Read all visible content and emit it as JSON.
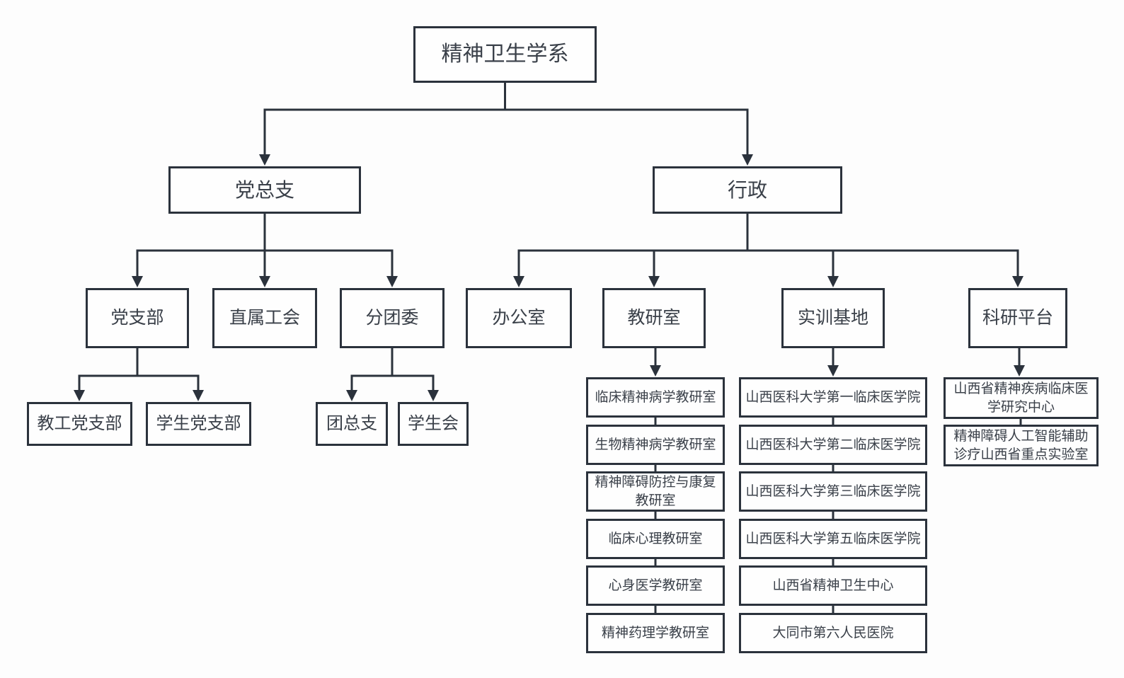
{
  "org": {
    "root": "精神卫生学系",
    "party_general_branch": "党总支",
    "administration": "行政",
    "party_children": {
      "party_branch": "党支部",
      "union": "直属工会",
      "youth_league_committee": "分团委"
    },
    "party_branch_children": {
      "staff_party_branch": "教工党支部",
      "student_party_branch": "学生党支部"
    },
    "youth_league_children": {
      "league_general_branch": "团总支",
      "student_union": "学生会"
    },
    "admin_children": {
      "office": "办公室",
      "teaching_research": "教研室",
      "training_base": "实训基地",
      "research_platform": "科研平台"
    },
    "teaching_research_offices": [
      "临床精神病学教研室",
      "生物精神病学教研室",
      "精神障碍防控与康复教研室",
      "临床心理教研室",
      "心身医学教研室",
      "精神药理学教研室"
    ],
    "training_bases": [
      "山西医科大学第一临床医学院",
      "山西医科大学第二临床医学院",
      "山西医科大学第三临床医学院",
      "山西医科大学第五临床医学院",
      "山西省精神卫生中心",
      "大同市第六人民医院"
    ],
    "research_platforms": [
      "山西省精神疾病临床医学研究中心",
      "精神障碍人工智能辅助诊疗山西省重点实验室"
    ]
  },
  "colors": {
    "line": "#2b323c",
    "border": "#2b323c",
    "text": "#3a4049",
    "background": "#fdfdfd"
  }
}
